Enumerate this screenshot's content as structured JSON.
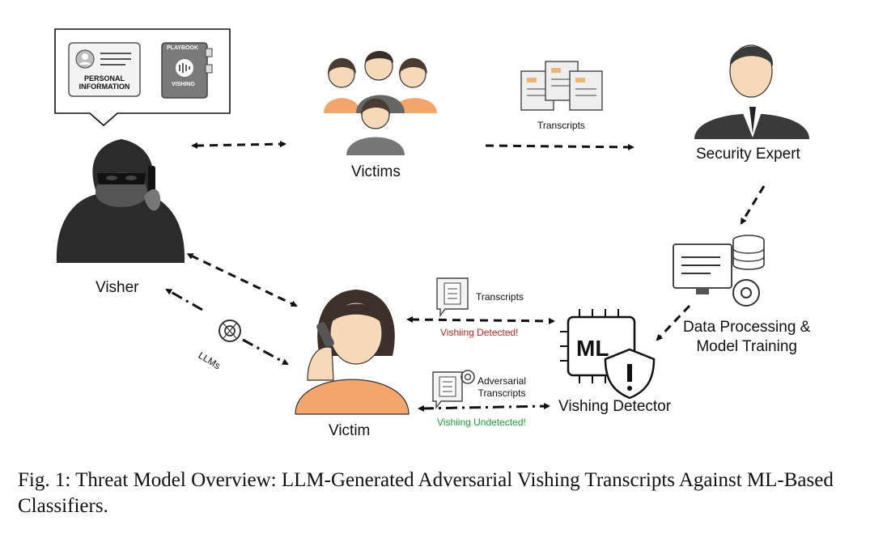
{
  "callout": {
    "personal_info": [
      "PERSONAL",
      "INFORMATION"
    ],
    "playbook_title": "PLAYBOOK",
    "playbook_sub": "VISHING"
  },
  "nodes": {
    "visher": "Visher",
    "victims": "Victims",
    "security_expert": "Security Expert",
    "data_processing": [
      "Data Processing &",
      "Model Training"
    ],
    "victim": "Victim",
    "vishing_detector": "Vishing Detector",
    "ml_chip": "ML"
  },
  "edges": {
    "transcripts_top": "Transcripts",
    "transcripts_mid": "Transcripts",
    "vishing_detected": "Vishiing Detected!",
    "adversarial": [
      "Adversarial",
      "Transcripts"
    ],
    "vishing_undetected": "Vishiing Undetected!",
    "llms": "LLMs"
  },
  "colors": {
    "detected": "#d0201a",
    "undetected": "#1e9a3a",
    "skin": "#f6d9b8",
    "shirt": "#f2a66b",
    "dark": "#2b2b2b"
  },
  "caption": "Fig. 1: Threat Model Overview: LLM-Generated Adversarial Vishing Transcripts Against ML-Based Classifiers."
}
